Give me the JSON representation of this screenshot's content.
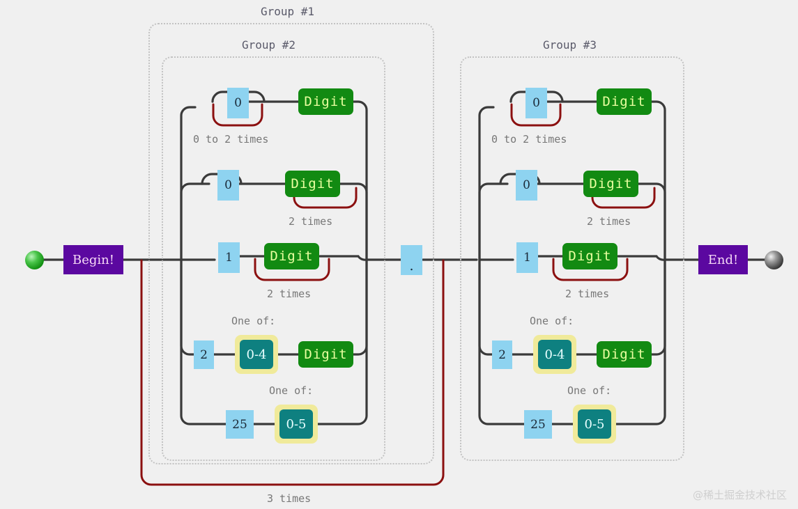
{
  "diagram": {
    "title": "regex railroad diagram",
    "background": "#f0f0f0",
    "colors": {
      "literal": "#8ed3f0",
      "digit": "#128a12",
      "oneof_pad": "#f0ea9a",
      "oneof_fill": "#0e8080",
      "terminal": "#5b08a0",
      "rail": "#3a3a3a",
      "loop": "#8b1010",
      "group_border": "#c2c2c2",
      "caption": "#777777"
    },
    "terminals": {
      "begin_label": "Begin!",
      "end_label": "End!",
      "start_bulb": "green-bulb-icon",
      "end_bulb": "black-bulb-icon"
    },
    "groups": [
      {
        "id": "g1",
        "label": "Group #1"
      },
      {
        "id": "g2",
        "label": "Group #2"
      },
      {
        "id": "g3",
        "label": "Group #3"
      }
    ],
    "separator": {
      "label": ".",
      "kind": "literal"
    },
    "outer_loop": {
      "label": "3 times"
    },
    "branches": [
      {
        "id": "b1",
        "items": [
          {
            "kind": "literal",
            "label": "0",
            "optional": true
          },
          {
            "kind": "digit",
            "label": "Digit"
          }
        ],
        "caption": "0 to 2 times",
        "loop_on": "literal"
      },
      {
        "id": "b2",
        "items": [
          {
            "kind": "literal",
            "label": "0",
            "optional": true
          },
          {
            "kind": "digit",
            "label": "Digit"
          }
        ],
        "caption": "2 times",
        "loop_on": "digit"
      },
      {
        "id": "b3",
        "items": [
          {
            "kind": "literal",
            "label": "1"
          },
          {
            "kind": "digit",
            "label": "Digit"
          }
        ],
        "caption": "2 times",
        "loop_on": "digit"
      },
      {
        "id": "b4",
        "items": [
          {
            "kind": "literal",
            "label": "2"
          },
          {
            "kind": "oneof",
            "label": "0-4"
          },
          {
            "kind": "digit",
            "label": "Digit"
          }
        ],
        "caption": "One of:",
        "loop_on": null
      },
      {
        "id": "b5",
        "items": [
          {
            "kind": "literal",
            "label": "25"
          },
          {
            "kind": "oneof",
            "label": "0-5"
          }
        ],
        "caption": "One of:",
        "loop_on": null
      }
    ],
    "watermark": "@稀土掘金技术社区"
  }
}
